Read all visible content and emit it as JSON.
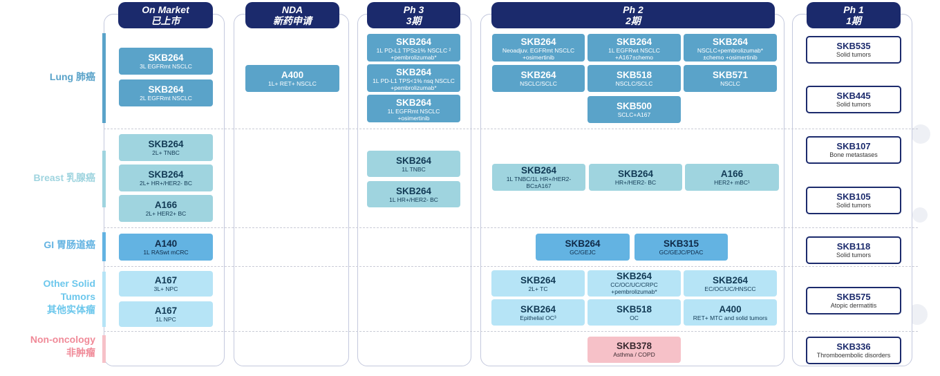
{
  "columns": {
    "market": {
      "en": "On Market",
      "zh": "已上市"
    },
    "nda": {
      "en": "NDA",
      "zh": "新药申请"
    },
    "ph3": {
      "en": "Ph 3",
      "zh": "3期"
    },
    "ph2": {
      "en": "Ph 2",
      "zh": "2期"
    },
    "ph1": {
      "en": "Ph 1",
      "zh": "1期"
    }
  },
  "rows": {
    "lung": {
      "label": "Lung 肺癌",
      "color": "#5aa3c9"
    },
    "breast": {
      "label": "Breast 乳腺癌",
      "color": "#9fd4df"
    },
    "gi": {
      "label": "GI 胃肠道癌",
      "color": "#63b3e2"
    },
    "other": {
      "label1": "Other Solid",
      "label2": "Tumors",
      "label3": "其他实体瘤",
      "color": "#b6e4f6"
    },
    "non": {
      "label1": "Non-oncology",
      "label2": "非肿瘤",
      "color": "#f6c1c8"
    }
  },
  "cards": {
    "m1": {
      "name": "SKB264",
      "desc": "3L EGFRmt NSCLC"
    },
    "m2": {
      "name": "SKB264",
      "desc": "2L EGFRmt NSCLC"
    },
    "m3": {
      "name": "SKB264",
      "desc": "2L+ TNBC"
    },
    "m4": {
      "name": "SKB264",
      "desc": "2L+ HR+/HER2- BC"
    },
    "m5": {
      "name": "A166",
      "desc": "2L+ HER2+ BC"
    },
    "m6": {
      "name": "A140",
      "desc": "1L RASwt mCRC"
    },
    "m7": {
      "name": "A167",
      "desc": "3L+ NPC"
    },
    "m8": {
      "name": "A167",
      "desc": "1L NPC"
    },
    "n1": {
      "name": "A400",
      "desc": "1L+ RET+ NSCLC"
    },
    "p3a": {
      "name": "SKB264",
      "desc1": "1L PD-L1 TPS≥1% NSCLC ²",
      "desc2": "+pembrolizumab*"
    },
    "p3b": {
      "name": "SKB264",
      "desc1": "1L PD-L1 TPS<1% nsq NSCLC",
      "desc2": "+pembrolizumab*"
    },
    "p3c": {
      "name": "SKB264",
      "desc1": "1L EGFRmt NSCLC",
      "desc2": "+osimertinib"
    },
    "p3d": {
      "name": "SKB264",
      "desc": "1L TNBC"
    },
    "p3e": {
      "name": "SKB264",
      "desc": "1L HR+/HER2- BC"
    },
    "p2a": {
      "name": "SKB264",
      "desc1": "Neoadjuv. EGFRmt NSCLC",
      "desc2": "+osimertinib"
    },
    "p2b": {
      "name": "SKB264",
      "desc1": "1L EGFRwt NSCLC",
      "desc2": "+A167±chemo"
    },
    "p2c": {
      "name": "SKB264",
      "desc1": "NSCLC+pembrolizumab*",
      "desc2": "±chemo +osimertinib"
    },
    "p2d": {
      "name": "SKB264",
      "desc": "NSCLC/SCLC"
    },
    "p2e": {
      "name": "SKB518",
      "desc": "NSCLC/SCLC"
    },
    "p2f": {
      "name": "SKB571",
      "desc": "NSCLC"
    },
    "p2g": {
      "name": "SKB500",
      "desc": "SCLC+A167"
    },
    "p2h": {
      "name": "SKB264",
      "desc1": "1L TNBC/1L HR+/HER2-",
      "desc2": "BC±A167"
    },
    "p2i": {
      "name": "SKB264",
      "desc": "HR+/HER2- BC"
    },
    "p2j": {
      "name": "A166",
      "desc": "HER2+ mBC¹"
    },
    "p2k": {
      "name": "SKB264",
      "desc": "GC/GEJC"
    },
    "p2l": {
      "name": "SKB315",
      "desc": "GC/GEJC/PDAC"
    },
    "p2m": {
      "name": "SKB264",
      "desc": "2L+ TC"
    },
    "p2n": {
      "name": "SKB264",
      "desc1": "CC/OC/UC/CRPC",
      "desc2": "+pembrolizumab*"
    },
    "p2o": {
      "name": "SKB264",
      "desc": "EC/OC/UC/HNSCC"
    },
    "p2p": {
      "name": "SKB264",
      "desc": "Epithelial OC³"
    },
    "p2q": {
      "name": "SKB518",
      "desc": "OC"
    },
    "p2r": {
      "name": "A400",
      "desc": "RET+ MTC and solid tumors"
    },
    "p2s": {
      "name": "SKB378",
      "desc": "Asthma / COPD"
    },
    "p1a": {
      "name": "SKB535",
      "desc": "Solid tumors"
    },
    "p1b": {
      "name": "SKB445",
      "desc": "Solid tumors"
    },
    "p1c": {
      "name": "SKB107",
      "desc": "Bone metastases"
    },
    "p1d": {
      "name": "SKB105",
      "desc": "Solid tumors"
    },
    "p1e": {
      "name": "SKB118",
      "desc": "Solid tumors"
    },
    "p1f": {
      "name": "SKB575",
      "desc": "Atopic dermatitis"
    },
    "p1g": {
      "name": "SKB336",
      "desc": "Thromboembolic disorders"
    }
  }
}
